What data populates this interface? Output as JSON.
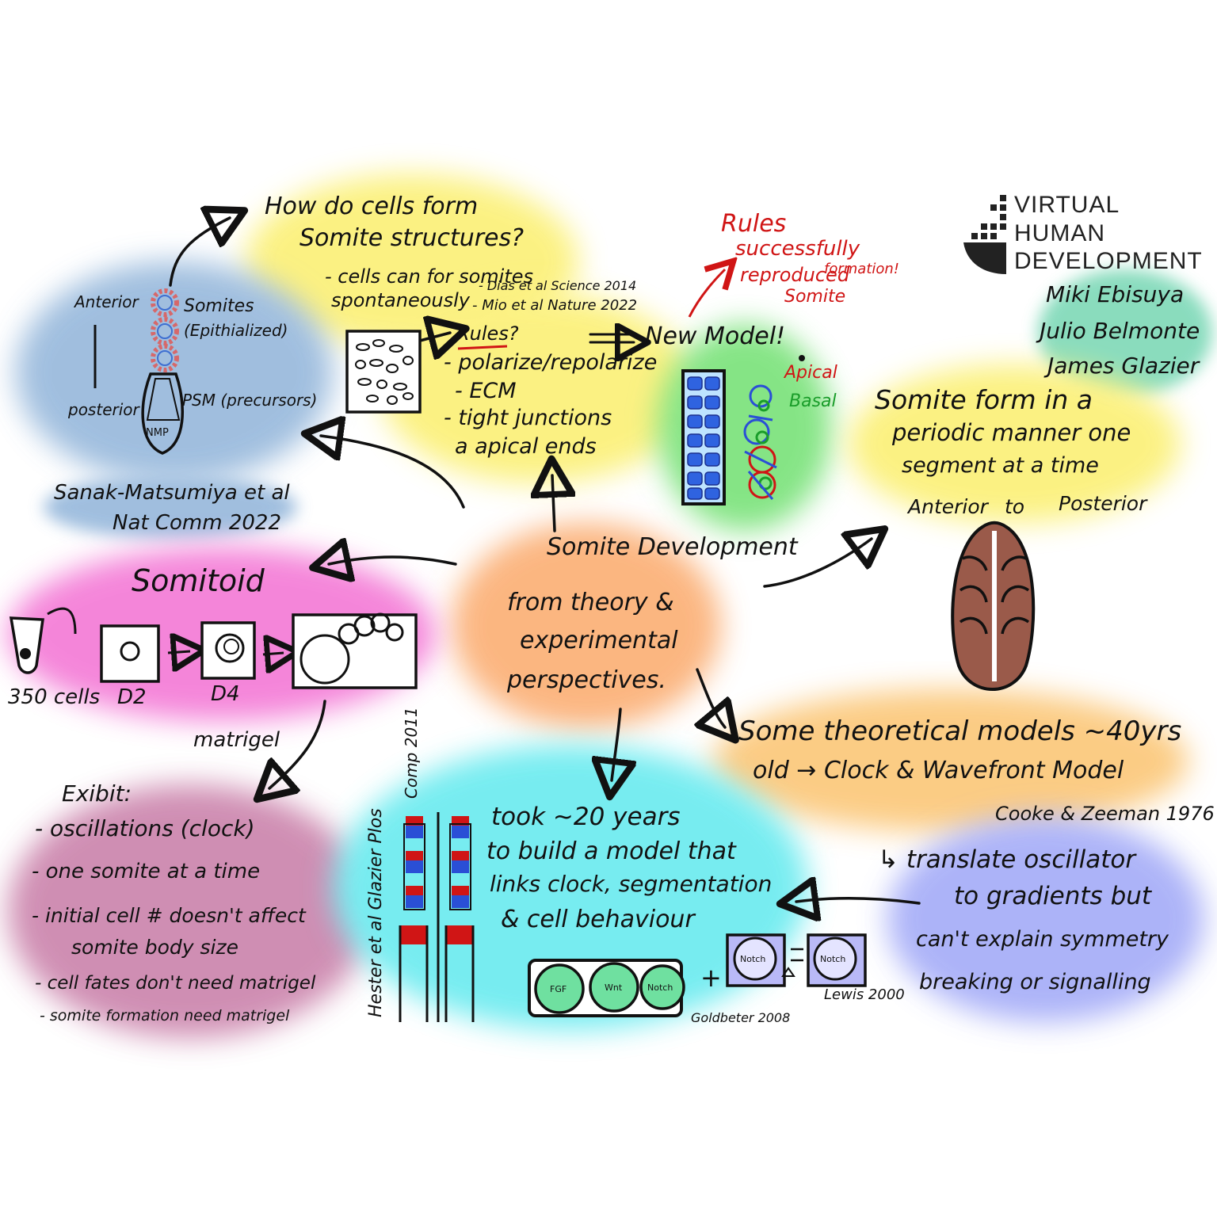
{
  "logo": {
    "line1": "VIRTUAL",
    "line2": "HUMAN",
    "line3": "DEVELOPMENT"
  },
  "authors": [
    "Miki Ebisuya",
    "Julio Belmonte",
    "James Glazier"
  ],
  "center": {
    "title": "Somite Development",
    "subtitle_lines": [
      "from theory &",
      "experimental",
      "perspectives."
    ]
  },
  "question": {
    "title_lines": [
      "How do cells form",
      "Somite structures?"
    ],
    "point1_lines": [
      "- cells can for somites",
      "spontaneously"
    ],
    "refs": [
      "- Dias et al Science 2014",
      "- Mio et al Nature 2022"
    ],
    "rules": "Rules?",
    "bullets": [
      "- polarize/repolarize",
      "- ECM",
      "- tight junctions",
      "a apical ends"
    ]
  },
  "new_model": {
    "label": "New Model!",
    "apical": "Apical",
    "basal": "Basal",
    "success_lines": [
      "Rules",
      "successfully",
      "reproduced",
      "Somite",
      "formation!"
    ]
  },
  "embryo": {
    "anterior": "Anterior",
    "posterior": "posterior",
    "somites_lines": [
      "Somites",
      "(Epithialized)"
    ],
    "psm": "PSM (precursors)",
    "nmp": "NMP",
    "citation_lines": [
      "Sanak-Matsumiya et al",
      "Nat Comm 2022"
    ]
  },
  "somitoid": {
    "title": "Somitoid",
    "cells": "350 cells",
    "d2": "D2",
    "d4": "D4",
    "matrigel": "matrigel"
  },
  "exhibit": {
    "title": "Exibit:",
    "items": [
      "- oscillations (clock)",
      "- one somite at a time",
      "- initial cell # doesn't affect",
      "somite body size",
      "- cell fates don't need matrigel",
      "- somite formation need matrigel"
    ]
  },
  "periodic": {
    "lines": [
      "Somite form in a",
      "periodic manner one",
      "segment at a time"
    ],
    "anterior": "Anterior",
    "to": "to",
    "posterior": "Posterior"
  },
  "theory": {
    "lines": [
      "Some theoretical models ~40yrs",
      "old → Clock & Wavefront Model"
    ],
    "citation": "Cooke & Zeeman 1976"
  },
  "translate": {
    "lines": [
      "↳ translate oscillator",
      "to gradients but",
      "can't explain symmetry",
      "breaking or signalling"
    ]
  },
  "build": {
    "lines": [
      "took ~20 years",
      "to build a model that",
      "links clock, segmentation",
      "& cell behaviour"
    ],
    "vertical_lines": [
      "Hester et al Glazier Plos",
      "Comp 2011"
    ]
  },
  "signals": {
    "fgf": "FGF",
    "wnt": "Wnt",
    "notch": "Notch",
    "notch_a": "Notch",
    "notch_b": "Notch",
    "goldbeter": "Goldbeter 2008",
    "lewis": "Lewis 2000",
    "plus": "+"
  },
  "colors": {
    "yellow": "#fbef6c",
    "blue_grey": "#8fb3d9",
    "pink": "#f36fd3",
    "mauve": "#c77aa6",
    "orange": "#fba96b",
    "light_orange": "#fbc36e",
    "cyan": "#5fe9ee",
    "lavender": "#9ea6f7",
    "teal_green": "#74d6b2",
    "green": "#6fe06f",
    "red_ink": "#d01515",
    "navy_cell": "#1f49d6"
  }
}
